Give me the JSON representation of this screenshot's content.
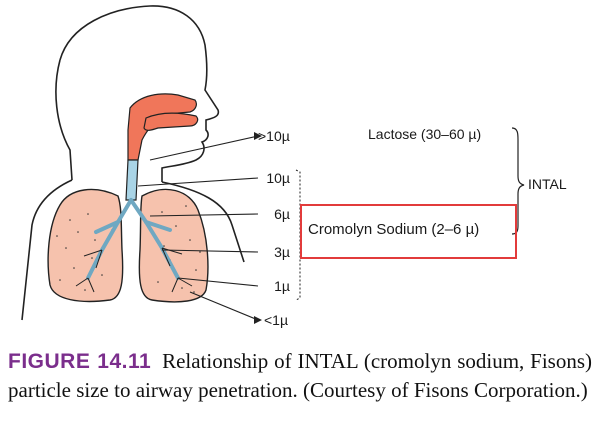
{
  "labels": {
    "particle_sizes": [
      ">10µ",
      "10µ",
      "6µ",
      "3µ",
      "1µ",
      "<1µ"
    ],
    "lactose": "Lactose (30–60 µ)",
    "intal": "INTAL",
    "cromolyn": "Cromolyn Sodium (2–6 µ)"
  },
  "caption": {
    "figure_label": "FIGURE 14.11",
    "text": "Relationship of INTAL (cromolyn sodium, Fisons) particle size to airway penetration. (Courtesy of Fisons Corporation.)"
  },
  "colors": {
    "nasal_passage": "#f0765a",
    "lung_fill": "#f6c2ad",
    "airway": "#a9d4e6",
    "highlight": "#e23b3b",
    "caption_label": "#7b2e8c"
  }
}
